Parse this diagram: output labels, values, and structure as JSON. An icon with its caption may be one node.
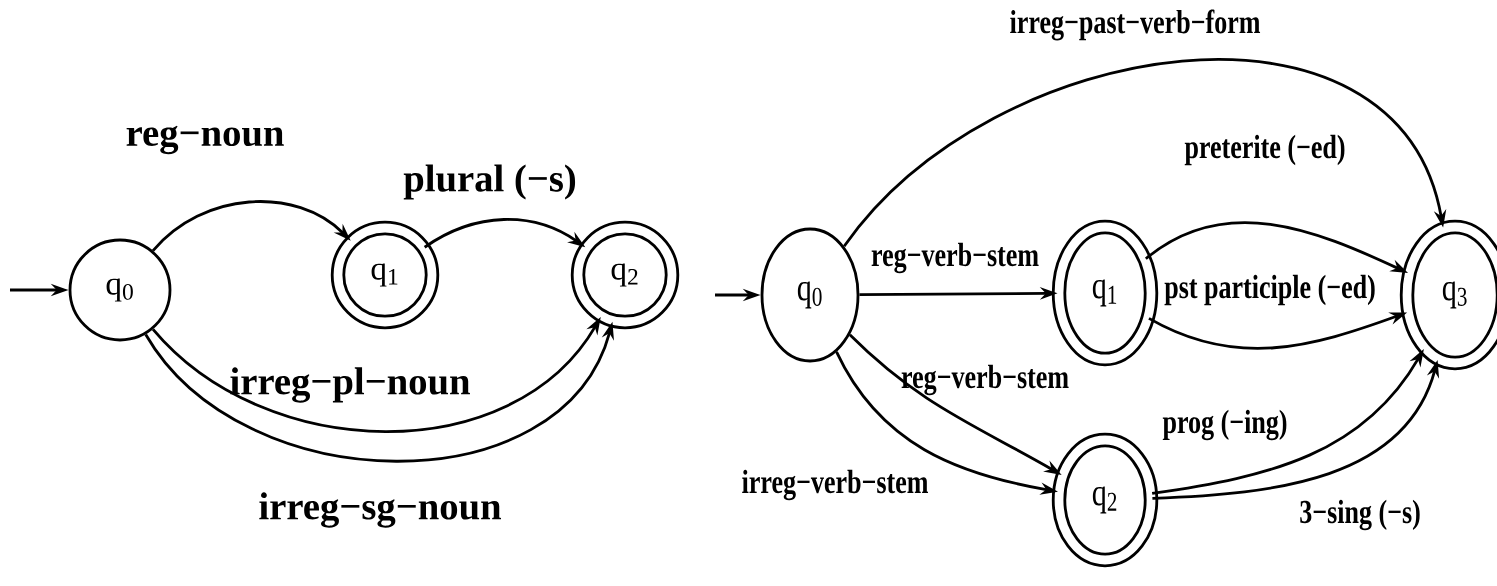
{
  "diagram": {
    "nodes": [
      {
        "text": [
          "q$_{0}$"
        ]
      },
      {
        "text": [
          "q$_{1}$"
        ]
      },
      {
        "text": [
          "q$_{2}$"
        ]
      },
      {
        "text": [
          "q$_{0}$"
        ]
      },
      {
        "text": [
          "q$_{1}$"
        ]
      },
      {
        "text": [
          "q$_{2}$"
        ]
      },
      {
        "text": [
          "q$_{3}$"
        ]
      }
    ],
    "edges": [
      {
        "from": null,
        "to": 0,
        "arrow": "to"
      },
      {
        "from": 0,
        "to": 1,
        "arrow": "to",
        "label": "reg−noun"
      },
      {
        "from": 1,
        "to": 2,
        "arrow": "to",
        "label": "plural (−s)"
      },
      {
        "from": 0,
        "to": 2,
        "arrow": "to",
        "label": "irreg−pl−noun"
      },
      {
        "from": 0,
        "to": 2,
        "arrow": "to",
        "label": "irreg−sg−noun"
      },
      {
        "from": null,
        "to": 3,
        "arrow": "to"
      },
      {
        "from": 3,
        "to": 6,
        "arrow": "to",
        "label": "irreg−past−verb−form"
      },
      {
        "from": 3,
        "to": 4,
        "arrow": "to",
        "label": "reg−verb−stem"
      },
      {
        "from": 3,
        "to": 5,
        "arrow": "to",
        "label": "reg−verb−stem"
      },
      {
        "from": 3,
        "to": 5,
        "arrow": "to",
        "label": "irreg−verb−stem"
      },
      {
        "from": 4,
        "to": 6,
        "arrow": "to",
        "label": "preterite (−ed)"
      },
      {
        "from": 4,
        "to": 6,
        "arrow": "to",
        "label": "pst participle (−ed)"
      },
      {
        "from": 5,
        "to": 6,
        "arrow": "to",
        "label": "prog (−ing)"
      },
      {
        "from": 5,
        "to": 6,
        "arrow": "to",
        "label": "3−sing (−s)"
      }
    ]
  }
}
